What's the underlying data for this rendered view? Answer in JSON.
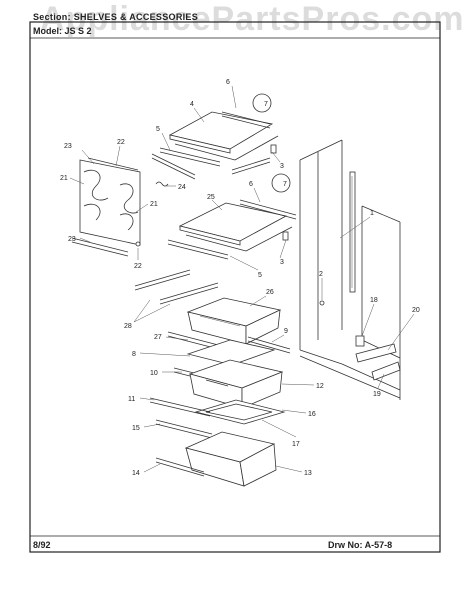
{
  "header": {
    "section_label": "Section: SHELVES & ACCESSORIES",
    "model_label": "Model: JS S 2"
  },
  "watermark": "AppliancePartsPros.com",
  "footer": {
    "date": "8/92",
    "drawing_number": "Drw No: A-57-8"
  },
  "callouts": {
    "c1": "1",
    "c2": "2",
    "c3a": "3",
    "c3b": "3",
    "c4": "4",
    "c5a": "5",
    "c5b": "5",
    "c6a": "6",
    "c6b": "6",
    "c7a": "7",
    "c7b": "7",
    "c8": "8",
    "c9": "9",
    "c10": "10",
    "c11": "11",
    "c12": "12",
    "c13": "13",
    "c14": "14",
    "c15": "15",
    "c16": "16",
    "c17": "17",
    "c18": "18",
    "c19": "19",
    "c20": "20",
    "c21a": "21",
    "c21b": "21",
    "c22a": "22",
    "c22b": "22",
    "c23a": "23",
    "c23b": "23",
    "c24": "24",
    "c25": "25",
    "c26": "26",
    "c27": "27",
    "c28": "28"
  }
}
